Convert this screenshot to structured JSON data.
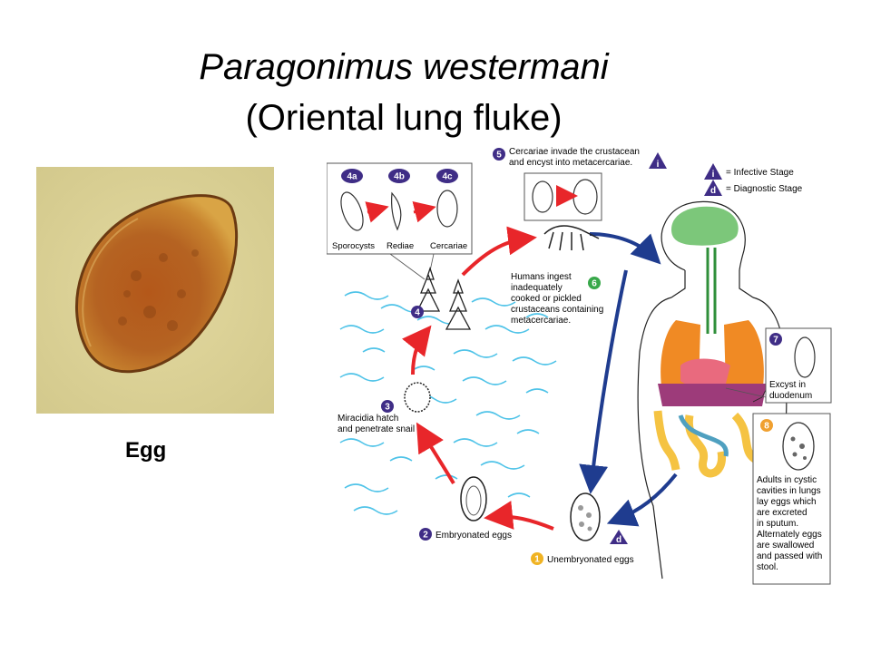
{
  "title": {
    "species": "Paragonimus westermani",
    "common_name": "(Oriental lung fluke)"
  },
  "photo": {
    "caption": "Egg"
  },
  "legend": {
    "infective_symbol": "i",
    "infective_label": "= Infective Stage",
    "diagnostic_symbol": "d",
    "diagnostic_label": "= Diagnostic Stage"
  },
  "stages": {
    "s1": {
      "num": "1",
      "label": "Unembryonated eggs",
      "symbol": "d"
    },
    "s2": {
      "num": "2",
      "label": "Embryonated eggs"
    },
    "s3": {
      "num": "3",
      "line1": "Miracidia hatch",
      "line2": "and penetrate snail"
    },
    "s4": {
      "num": "4"
    },
    "s4a": {
      "num": "4a",
      "label": "Sporocysts"
    },
    "s4b": {
      "num": "4b",
      "label": "Rediae"
    },
    "s4c": {
      "num": "4c",
      "label": "Cercariae"
    },
    "s5": {
      "num": "5",
      "line1": "Cercariae invade the crustacean",
      "line2": "and encyst into metacercariae.",
      "symbol": "i"
    },
    "s6": {
      "num": "6",
      "line1": "Humans ingest",
      "line2": "inadequately",
      "line3": "cooked or pickled",
      "line4": "crustaceans containing",
      "line5": "metacercariae."
    },
    "s7": {
      "num": "7",
      "line1": "Excyst in",
      "line2": "duodenum"
    },
    "s8": {
      "num": "8",
      "line1": "Adults in cystic",
      "line2": "cavities in lungs",
      "line3": "lay eggs which",
      "line4": "are excreted",
      "line5": "in sputum.",
      "line6": "Alternately eggs",
      "line7": "are swallowed",
      "line8": "and passed with",
      "line9": "stool."
    }
  },
  "colors": {
    "red_arrow": "#e8262a",
    "blue_arrow": "#1f3c8f",
    "water": "#4fc3e8",
    "stage_badge": "#3f2d86",
    "stage1_badge": "#f0b323",
    "stage6_badge": "#38a84a",
    "stage8_badge": "#f0a030",
    "brain": "#7cc77a",
    "lungs": "#f08a24",
    "liver": "#e96a7e",
    "stomach": "#9d3b7a",
    "intestine": "#f5c342",
    "esophagus": "#2f8f3a"
  }
}
